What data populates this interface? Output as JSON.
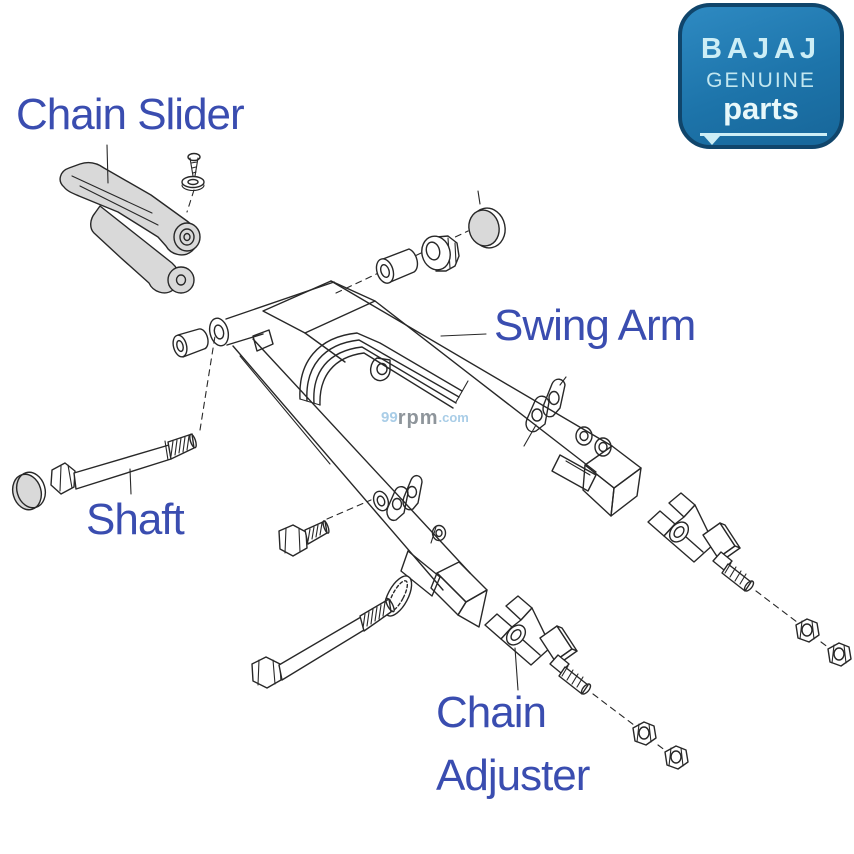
{
  "labels": {
    "chain_slider": "Chain Slider",
    "swing_arm": "Swing Arm",
    "shaft": "Shaft",
    "chain_adjuster_line1": "Chain",
    "chain_adjuster_line2": "Adjuster"
  },
  "logo": {
    "brand": "BAJAJ",
    "subtitle": "GENUINE",
    "subtitle2": "parts"
  },
  "watermark": {
    "num": "99",
    "mid": "rpm",
    "tld": ".com"
  },
  "diagram": {
    "parts": [
      "chain-slider",
      "slider-mounting-screw",
      "slider-washer",
      "pivot-end-cap",
      "pivot-spacer-bushing",
      "pivot-axle-nut",
      "pivot-dust-cap",
      "swing-arm-frame",
      "pivot-shaft-bolt",
      "short-mount-bolt",
      "lock-washer",
      "long-mount-bolt",
      "chain-adjuster-left",
      "chain-adjuster-right",
      "adjuster-lock-nuts"
    ]
  },
  "colors": {
    "label": "#3a4db0",
    "line": "#282828",
    "part_fill": "#d9d9d9",
    "logo_border": "#10456b",
    "logo_bg_top": "#2e8ac2",
    "logo_bg_bottom": "#176699",
    "logo_text": "#cdeef6",
    "logo_text_soft": "#c2e7f0",
    "watermark_blue": "#a9cde7",
    "watermark_gray": "#8e959b"
  }
}
